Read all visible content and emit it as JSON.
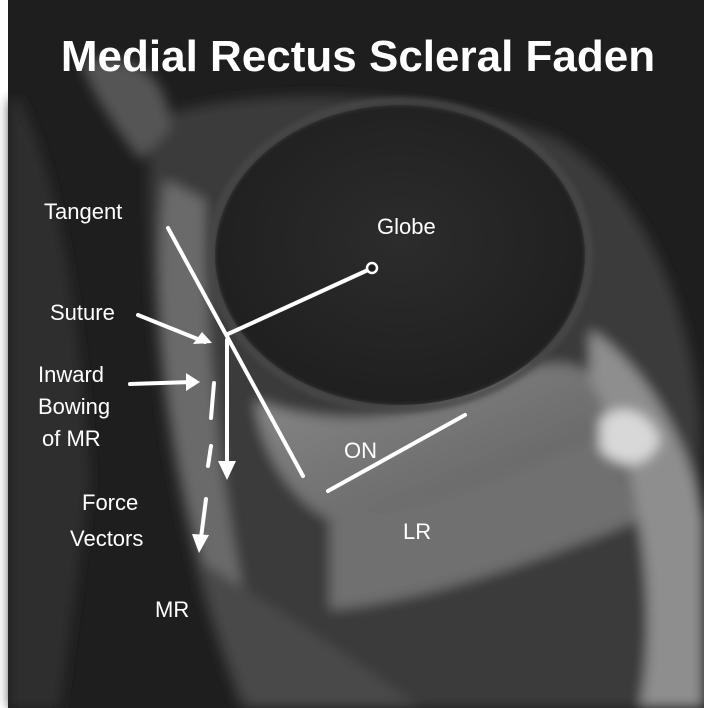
{
  "title": "Medial Rectus Scleral Faden",
  "labels": {
    "tangent": "Tangent",
    "globe": "Globe",
    "suture": "Suture",
    "inward_1": "Inward",
    "inward_2": "Bowing",
    "inward_3": "of MR",
    "optic_nerve": "ON",
    "force_1": "Force",
    "force_2": "Vectors",
    "lateral_rectus": "LR",
    "medial_rectus": "MR"
  },
  "colors": {
    "background": "#2b2b2b",
    "annotation": "#ffffff"
  }
}
